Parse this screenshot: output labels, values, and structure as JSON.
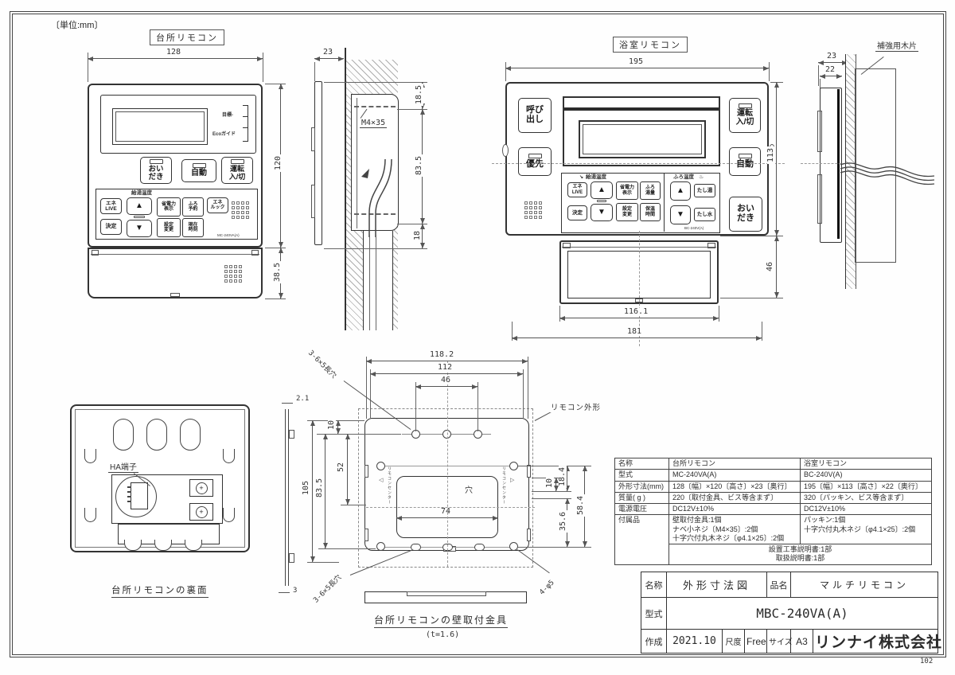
{
  "meta": {
    "unit_note": "〔単位:mm〕",
    "sheet_no": "102"
  },
  "icons": {
    "hot_water_icon": "↘",
    "bath_icon": "♨"
  },
  "kitchen_front": {
    "label": "台所リモコン",
    "dim_w": "128",
    "dim_h": "120",
    "dim_cover": "38.5",
    "eco1": "目標-",
    "eco2": "Ecoガイド",
    "btn_oidaki": "おい\nだき",
    "btn_auto": "自動",
    "btn_unten": "運転\n入/切",
    "panel_header": "給湯温度",
    "btn_ene_live": "エネ\nLIVE",
    "btn_up": "▲",
    "btn_down": "▼",
    "btn_shoden": "省電力\n表示",
    "btn_furoyoyaku": "ふろ\n予約",
    "btn_enelook": "エネ\nルック",
    "btn_kettei": "決定",
    "btn_settei": "設定\n変更",
    "btn_genzai": "現在\n時刻",
    "model": "MC-240VA(A)"
  },
  "kitchen_side": {
    "dim_depth": "23",
    "screw": "M4×35",
    "dim_top": "18.5",
    "dim_mid": "83.5",
    "dim_bottom": "18"
  },
  "bath_front": {
    "label": "浴室リモコン",
    "dim_w": "195",
    "dim_h": "113",
    "dim_cover": "46",
    "dim_cover_w": "116.1",
    "dim_total_w": "181",
    "btn_yobidashi": "呼び\n出し",
    "btn_yusen": "優先",
    "btn_unten": "運転\n入/切",
    "btn_auto": "自動",
    "btn_oidaki": "おい\nだき",
    "panel_kyuto": "給湯温度",
    "panel_furo": "ふろ温度",
    "btn_ene_live": "エネ\nLIVE",
    "btn_kettei": "決定",
    "btn_up": "▲",
    "btn_down": "▼",
    "btn_shoden": "省電力\n表示",
    "btn_furoyu": "ふろ\n湯量",
    "btn_settei": "設定\n変更",
    "btn_hoon": "保温\n時間",
    "btn_up2": "▲",
    "btn_down2": "▼",
    "btn_tashiyu": "たし湯",
    "btn_tashimizu": "たし水",
    "model": "BC-240V(A)"
  },
  "bath_side": {
    "dim_depth": "23",
    "dim_body": "22",
    "wood_label": "補強用木片"
  },
  "back_view": {
    "ha_label": "HA端子",
    "caption": "台所リモコンの裏面"
  },
  "bracket": {
    "caption": "台所リモコンの壁取付金具",
    "thickness": "(t=1.6)",
    "dim_118": "118.2",
    "dim_112": "112",
    "dim_46": "46",
    "dim_21": "2.1",
    "dim_3": "3",
    "dim_10l": "10",
    "dim_52": "52",
    "dim_105": "105",
    "dim_835": "83.5",
    "dim_74": "74",
    "hole": "穴",
    "dim_10r": "10",
    "dim_184": "18.4",
    "dim_356": "35.6",
    "dim_584": "58.4",
    "slot_label_top": "3-6×5長穴",
    "slot_label_bottom": "3-6×5長穴",
    "hole_label": "4-φ5",
    "outline_label": "リモコン外形",
    "center_label_left": "リモコンセンター",
    "center_label_right": "リモコンセンター"
  },
  "spec": {
    "rows": [
      {
        "h": "名称",
        "k": "台所リモコン",
        "b": "浴室リモコン"
      },
      {
        "h": "型式",
        "k": "MC-240VA(A)",
        "b": "BC-240V(A)"
      },
      {
        "h": "外形寸法(mm)",
        "k": "128〔幅〕×120〔高さ〕×23〔奥行〕",
        "b": "195〔幅〕×113〔高さ〕×22〔奥行〕"
      },
      {
        "h": "質量( g )",
        "k": "220〔取付金具、ビス等含まず〕",
        "b": "320〔パッキン、ビス等含まず〕"
      },
      {
        "h": "電源電圧",
        "k": "DC12V±10%",
        "b": "DC12V±10%"
      },
      {
        "h": "付属品",
        "k": "壁取付金具:1個\nナベ小ネジ〔M4×35〕:2個\n十字穴付丸木ネジ〔φ4.1×25〕:2個",
        "b": "パッキン:1個\n十字穴付丸木ネジ〔φ4.1×25〕:2個"
      }
    ],
    "shared": "設置工事説明書:1部\n取扱説明書:1部"
  },
  "title_block": {
    "name_label": "名称",
    "name": "外形寸法図",
    "item_label": "品名",
    "item": "マルチリモコン",
    "model_label": "型式",
    "model": "MBC-240VA(A)",
    "date_label": "作成",
    "date": "2021.10",
    "scale_label": "尺度",
    "scale": "Free",
    "size_label": "サイズ",
    "size": "A3",
    "company": "リンナイ株式会社"
  }
}
